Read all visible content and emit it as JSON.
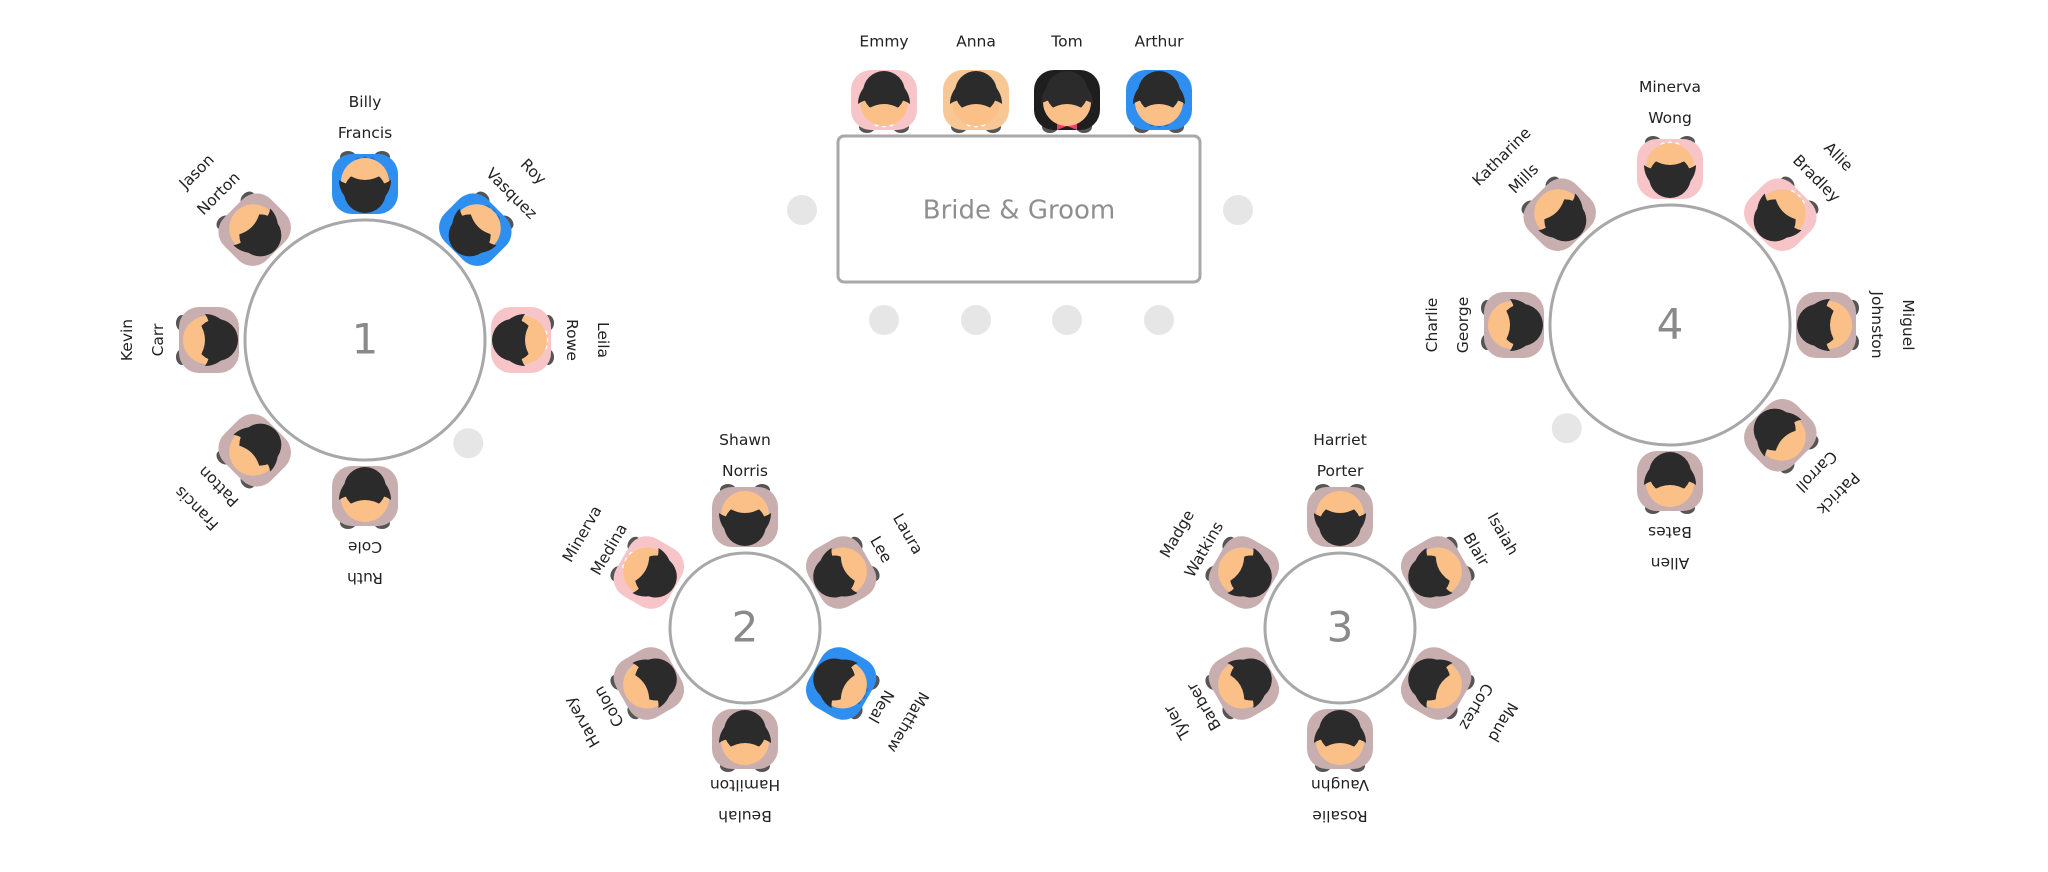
{
  "head_table": {
    "label": "Bride & Groom",
    "guests": [
      {
        "first": "Emmy",
        "attire": "pink-dress"
      },
      {
        "first": "Anna",
        "attire": "bride-dress"
      },
      {
        "first": "Tom",
        "attire": "groom-tux"
      },
      {
        "first": "Arthur",
        "attire": "blue-shirt"
      }
    ]
  },
  "tables": [
    {
      "number": "1",
      "guests": [
        {
          "first": "Billy",
          "last": "Francis",
          "attire": "blue-shirt"
        },
        {
          "first": "Roy",
          "last": "Vasquez",
          "attire": "blue-shirt"
        },
        {
          "first": "Leila",
          "last": "Rowe",
          "attire": "pink-dress"
        },
        {
          "first": "",
          "last": "",
          "attire": "empty-seat"
        },
        {
          "first": "Ruth",
          "last": "Cole",
          "attire": "suit"
        },
        {
          "first": "Francis",
          "last": "Patton",
          "attire": "suit"
        },
        {
          "first": "Kevin",
          "last": "Carr",
          "attire": "suit"
        },
        {
          "first": "Jason",
          "last": "Norton",
          "attire": "suit"
        }
      ]
    },
    {
      "number": "2",
      "guests": [
        {
          "first": "Shawn",
          "last": "Norris",
          "attire": "suit"
        },
        {
          "first": "Laura",
          "last": "Lee",
          "attire": "suit"
        },
        {
          "first": "Matthew",
          "last": "Neal",
          "attire": "blue-shirt"
        },
        {
          "first": "Beulah",
          "last": "Hamilton",
          "attire": "suit"
        },
        {
          "first": "Harvey",
          "last": "Colon",
          "attire": "suit"
        },
        {
          "first": "Minerva",
          "last": "Medina",
          "attire": "pink-dress"
        }
      ]
    },
    {
      "number": "3",
      "guests": [
        {
          "first": "Harriet",
          "last": "Porter",
          "attire": "suit"
        },
        {
          "first": "Isaiah",
          "last": "Blair",
          "attire": "suit"
        },
        {
          "first": "Maud",
          "last": "Cortez",
          "attire": "suit"
        },
        {
          "first": "Rosalie",
          "last": "Vaughn",
          "attire": "suit"
        },
        {
          "first": "Tyler",
          "last": "Barber",
          "attire": "suit"
        },
        {
          "first": "Madge",
          "last": "Watkins",
          "attire": "suit"
        }
      ]
    },
    {
      "number": "4",
      "guests": [
        {
          "first": "Minerva",
          "last": "Wong",
          "attire": "pink-dress"
        },
        {
          "first": "Allie",
          "last": "Bradley",
          "attire": "pink-dress"
        },
        {
          "first": "Miguel",
          "last": "Johnston",
          "attire": "suit"
        },
        {
          "first": "Patrick",
          "last": "Carroll",
          "attire": "suit"
        },
        {
          "first": "Allen",
          "last": "Bates",
          "attire": "suit"
        },
        {
          "first": "",
          "last": "",
          "attire": "empty-seat"
        },
        {
          "first": "Charlie",
          "last": "George",
          "attire": "suit"
        },
        {
          "first": "Katharine",
          "last": "Mills",
          "attire": "suit"
        }
      ]
    }
  ],
  "colors": {
    "table_stroke": "#a8a8a8",
    "empty_seat": "#e6e6e6",
    "hair": "#2b2b2b",
    "skin": "#fbc088",
    "suit": "#c9aeb0",
    "blue_shirt": "#2f8ff0",
    "pink_dress": "#f7c4c8",
    "bride_dress": "#f7c796",
    "groom_tux": "#1e1e1e",
    "bow_tie": "#e8416a"
  }
}
